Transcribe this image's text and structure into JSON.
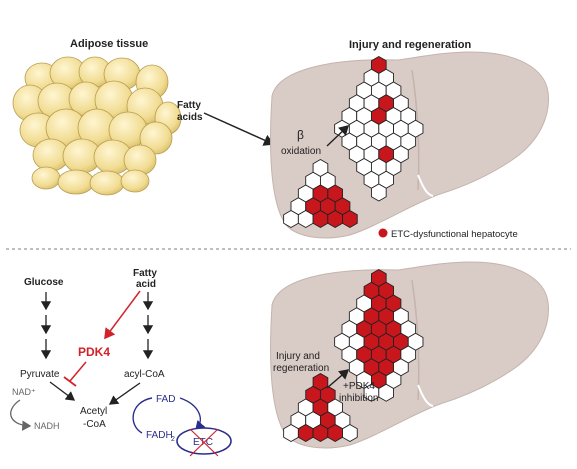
{
  "top_panel": {
    "adipose_title": "Adipose tissue",
    "injury_title": "Injury and regeneration",
    "fatty_acids_line1": "Fatty",
    "fatty_acids_line2": "acids",
    "beta_symbol": "β",
    "oxidation_label": "oxidation",
    "legend_label": "ETC-dysfunctional hepatocyte"
  },
  "bottom_panel": {
    "glucose_label": "Glucose",
    "fatty_acid_line1": "Fatty",
    "fatty_acid_line2": "acid",
    "pdk4_label": "PDK4",
    "pyruvate_label": "Pyruvate",
    "acyl_coa_label": "acyl-CoA",
    "nad_label": "NAD⁺",
    "nadh_label": "NADH",
    "acetyl_line1": "Acetyl",
    "acetyl_line2": "-CoA",
    "fad_label": "FAD",
    "fadh2_label": "FADH",
    "fadh2_sub": "2",
    "etc_label": "ETC",
    "injury_line1": "Injury and",
    "injury_line2": "regeneration",
    "pdk4_inhib_line1": "+PDK4",
    "pdk4_inhib_line2": "inhibition"
  },
  "colors": {
    "liver_fill": "#d9cbc6",
    "hepatocyte_red": "#c8161d",
    "pdk4_red": "#d2232a",
    "etc_blue": "#2b2e8c",
    "fat_cell_fill": "#f4df9a"
  }
}
